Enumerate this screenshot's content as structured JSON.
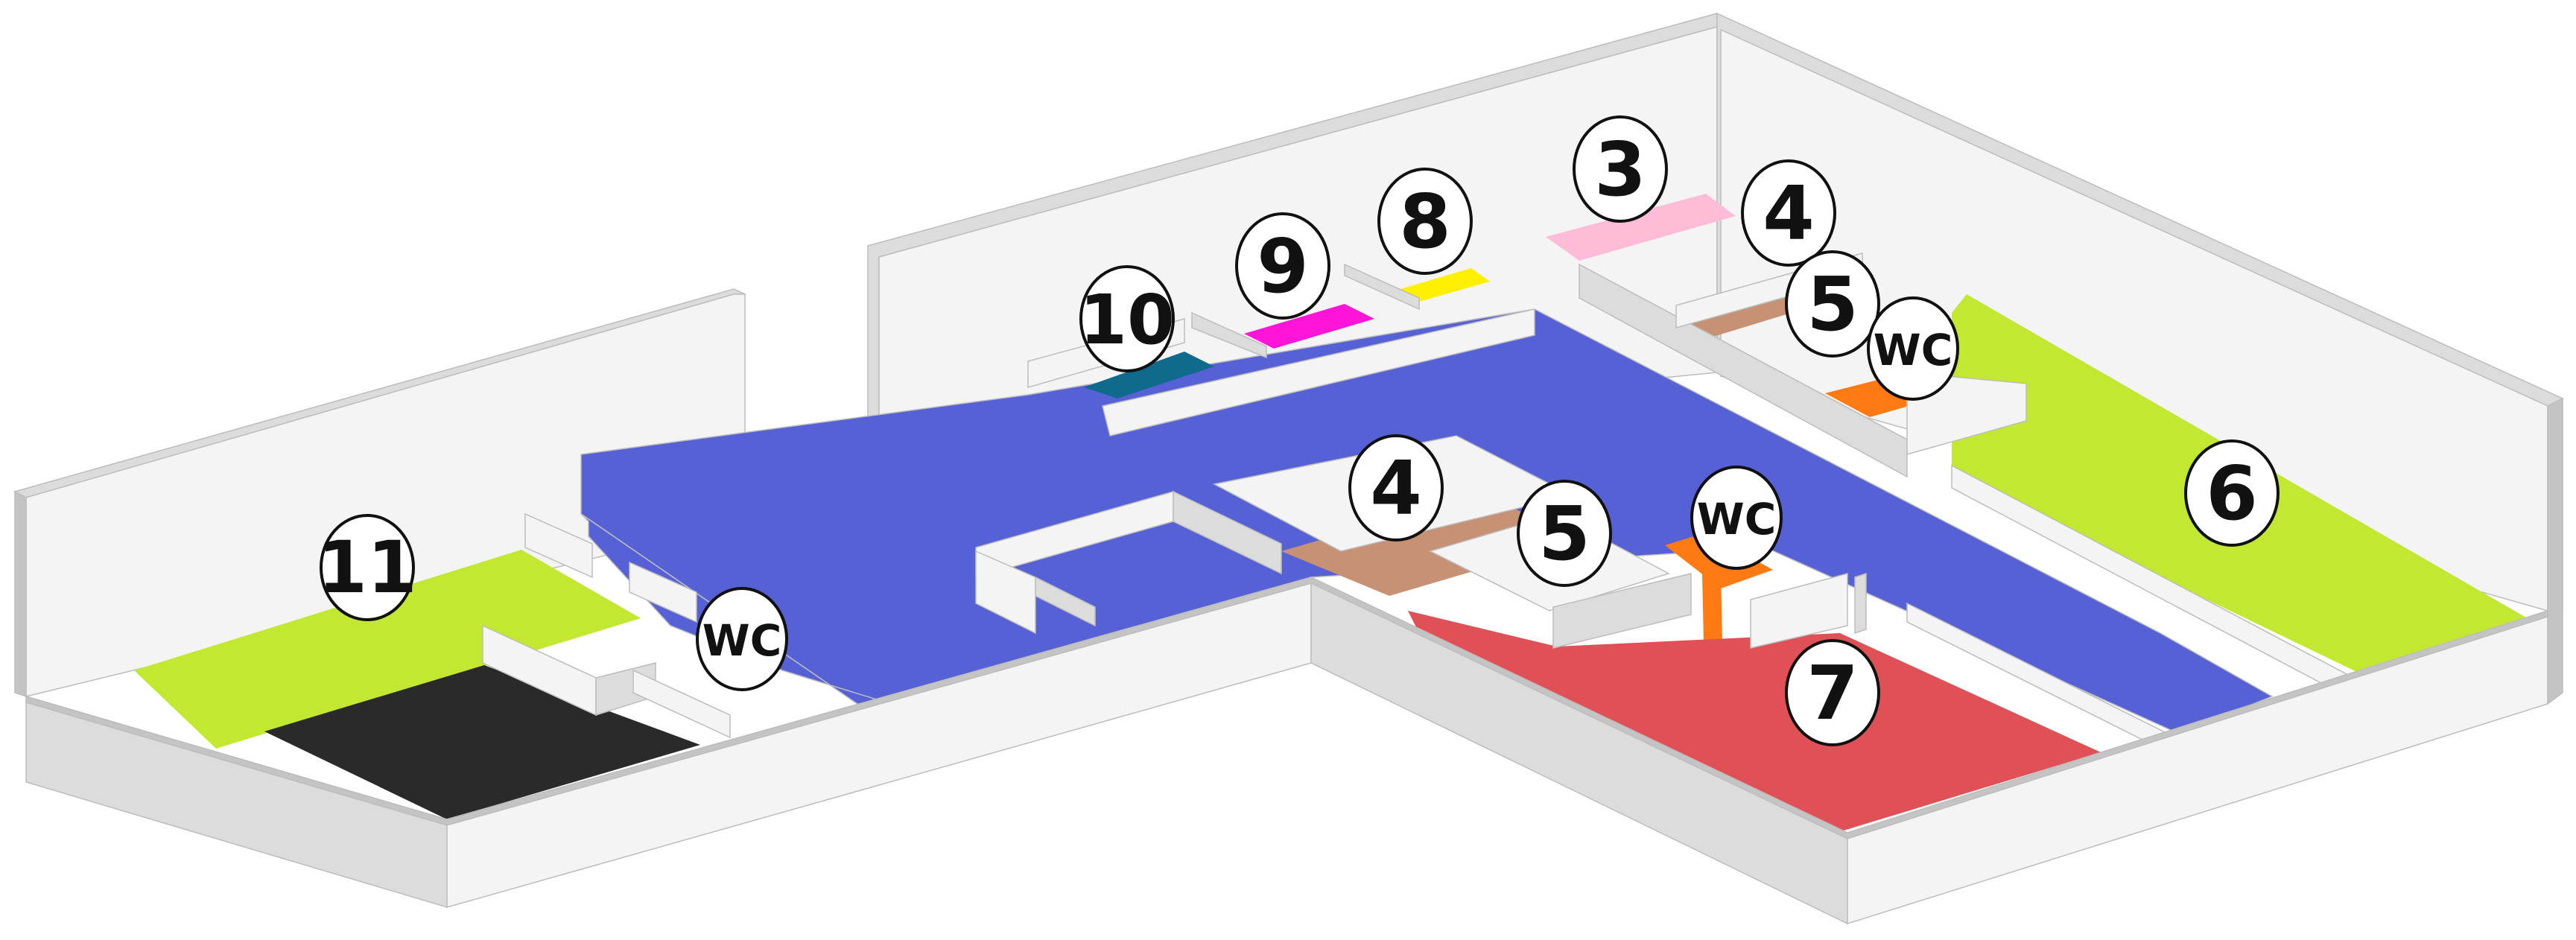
{
  "colors": {
    "wall_light": "#f4f4f4",
    "wall_mid": "#dcdcdc",
    "wall_dark": "#c4c4c4",
    "corridor": "#5661d5",
    "zone_11": "#c2e832",
    "zone_dark": "#2a2a2a",
    "zone_10": "#0f6a8c",
    "zone_9": "#ff14d8",
    "zone_8": "#fff000",
    "zone_3": "#ffbcd6",
    "zone_4": "#c79174",
    "zone_wc": "#ff7a12",
    "zone_6": "#c2e832",
    "zone_7": "#e05157",
    "label_fill": "#ffffff",
    "label_stroke": "#111111"
  },
  "labels": {
    "l11": "11",
    "wc_left": "WC",
    "l10": "10",
    "l9": "9",
    "l8": "8",
    "l3": "3",
    "l4_top": "4",
    "l5_top": "5",
    "wc_top": "WC",
    "l6": "6",
    "l4_mid": "4",
    "l5_mid": "5",
    "wc_mid": "WC",
    "l7": "7"
  }
}
